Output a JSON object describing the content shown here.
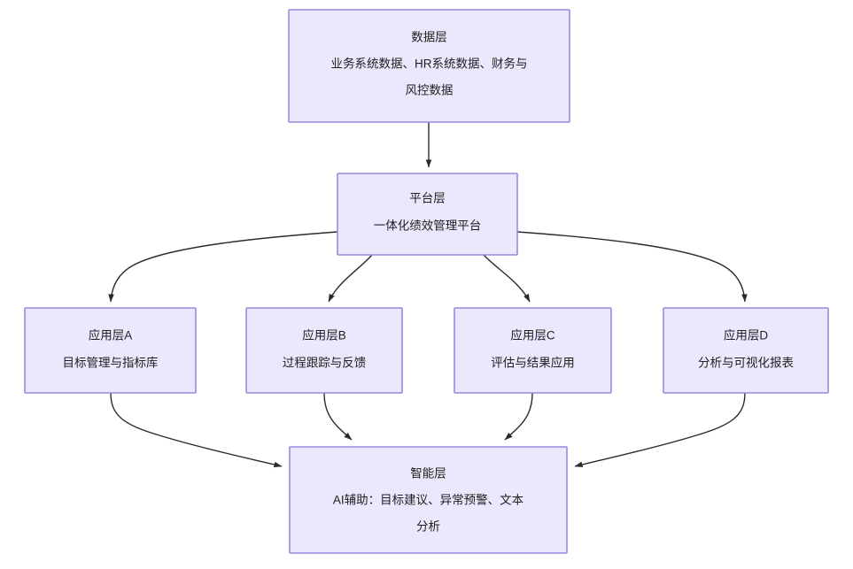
{
  "diagram": {
    "type": "flowchart",
    "direction": "top-to-bottom",
    "background_color": "#ffffff",
    "node_fill_color": "#e9e8fc",
    "node_border_color": "#9d86e0",
    "edge_color": "#2b2b2b",
    "text_color": "#1f1f1f",
    "nodes": [
      {
        "id": "data-layer",
        "title": "数据层",
        "lines": [
          "业务系统数据、HR系统数据、财务与",
          "风控数据"
        ]
      },
      {
        "id": "platform-layer",
        "title": "平台层",
        "lines": [
          "一体化绩效管理平台"
        ]
      },
      {
        "id": "app-layer-a",
        "title": "应用层A",
        "lines": [
          "目标管理与指标库"
        ]
      },
      {
        "id": "app-layer-b",
        "title": "应用层B",
        "lines": [
          "过程跟踪与反馈"
        ]
      },
      {
        "id": "app-layer-c",
        "title": "应用层C",
        "lines": [
          "评估与结果应用"
        ]
      },
      {
        "id": "app-layer-d",
        "title": "应用层D",
        "lines": [
          "分析与可视化报表"
        ]
      },
      {
        "id": "intelligence-layer",
        "title": "智能层",
        "lines": [
          "AI辅助：目标建议、异常预警、文本",
          "分析"
        ]
      }
    ],
    "edges": [
      {
        "from": "data-layer",
        "to": "platform-layer"
      },
      {
        "from": "platform-layer",
        "to": "app-layer-a"
      },
      {
        "from": "platform-layer",
        "to": "app-layer-b"
      },
      {
        "from": "platform-layer",
        "to": "app-layer-c"
      },
      {
        "from": "platform-layer",
        "to": "app-layer-d"
      },
      {
        "from": "app-layer-a",
        "to": "intelligence-layer"
      },
      {
        "from": "app-layer-b",
        "to": "intelligence-layer"
      },
      {
        "from": "app-layer-c",
        "to": "intelligence-layer"
      },
      {
        "from": "app-layer-d",
        "to": "intelligence-layer"
      }
    ]
  }
}
